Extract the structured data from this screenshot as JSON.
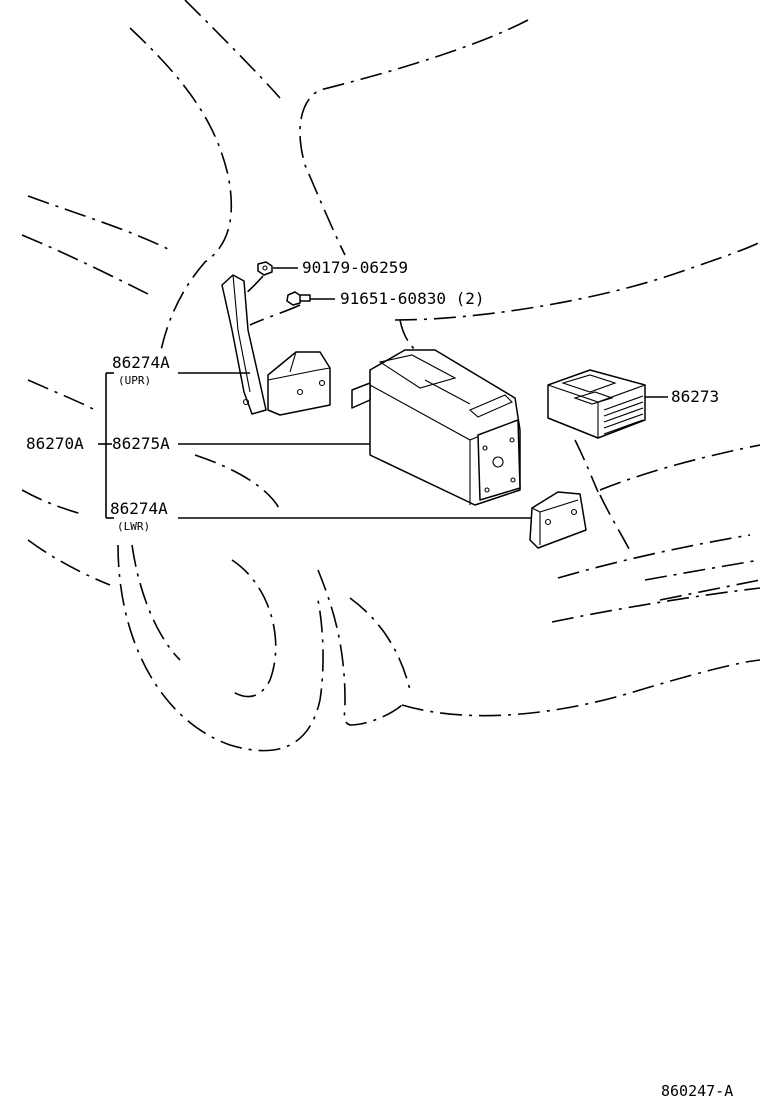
{
  "parts": {
    "p90179": "90179-06259",
    "p91651": "91651-60830 (2)",
    "p86274a_upr": "86274A",
    "p86274a_upr_note": "(UPR)",
    "p86270a": "86270A",
    "p86275a": "86275A",
    "p86274a_lwr": "86274A",
    "p86274a_lwr_note": "(LWR)",
    "p86273": "86273"
  },
  "reference_code": "860247-A"
}
